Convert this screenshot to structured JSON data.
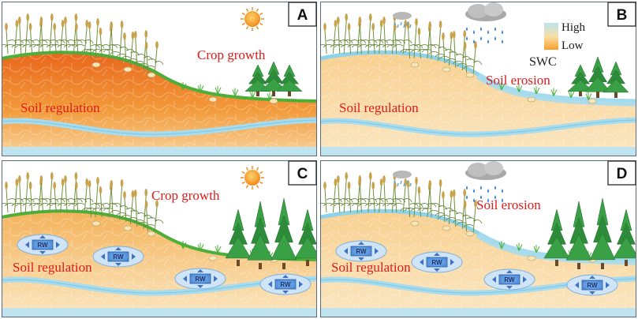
{
  "panels": [
    {
      "letter": "A",
      "labels": {
        "crop": "Crop growth",
        "soil": "Soil regulation"
      }
    },
    {
      "letter": "B",
      "labels": {
        "erosion": "Soil erosion",
        "soil": "Soil regulation"
      }
    },
    {
      "letter": "C",
      "labels": {
        "crop": "Crop growth",
        "soil": "Soil regulation"
      },
      "rw": [
        "RW",
        "RW",
        "RW",
        "RW"
      ]
    },
    {
      "letter": "D",
      "labels": {
        "erosion": "Soil erosion",
        "soil": "Soil regulation"
      },
      "rw": [
        "RW",
        "RW",
        "RW",
        "RW"
      ]
    }
  ],
  "legend": {
    "high": "High",
    "low": "Low",
    "title": "SWC",
    "high_color": "#b9e3f0",
    "low_color": "#f5a02a"
  },
  "colors": {
    "dry_soil": "#ef8a2c",
    "wet_soil": "#f6dca0",
    "grass": "#4caf3a",
    "water": "#a7dcef",
    "tree": "#2e8b3a",
    "label": "#e01b1b"
  }
}
